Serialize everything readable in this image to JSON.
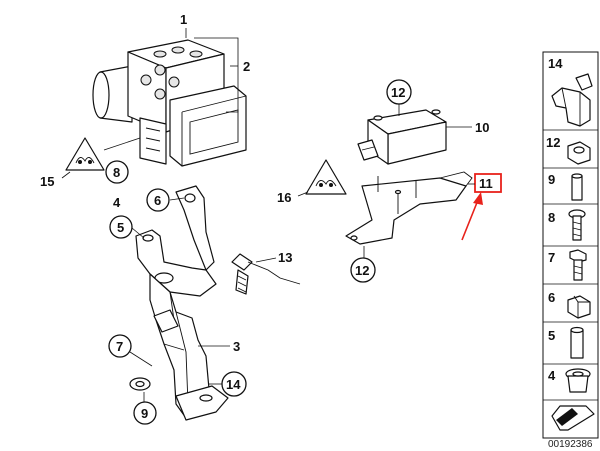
{
  "diagram": {
    "labels": {
      "l1": "1",
      "l2": "2",
      "l3": "3",
      "l4": "4",
      "l5": "5",
      "l6": "6",
      "l7": "7",
      "l8": "8",
      "l9": "9",
      "l10": "10",
      "l11": "11",
      "l12a": "12",
      "l12b": "12",
      "l13": "13",
      "l14": "14",
      "l15": "15",
      "l16": "16"
    },
    "sidebar": {
      "items": [
        {
          "label": "14"
        },
        {
          "label": "12"
        },
        {
          "label": "9"
        },
        {
          "label": "8"
        },
        {
          "label": "7"
        },
        {
          "label": "6"
        },
        {
          "label": "5"
        },
        {
          "label": "4"
        }
      ]
    },
    "catalog_number": "00192386",
    "highlight_color": "#e8221b"
  }
}
